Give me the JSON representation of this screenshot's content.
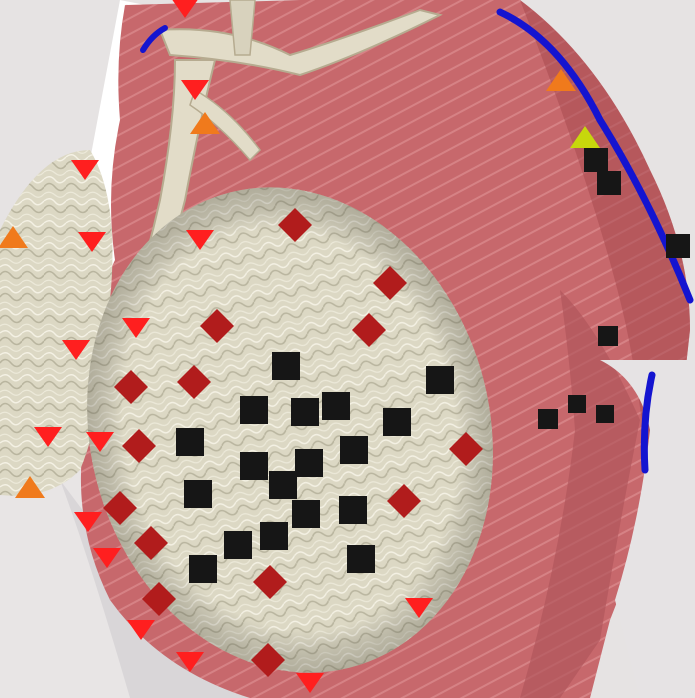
{
  "image": {
    "subject": "anatomical-chest-illustration",
    "colors": {
      "background": "#ffffff",
      "skin": "#e6e3e3",
      "muscle": "#c7686c",
      "muscle_shadow": "#9a3f45",
      "muscle_fiber": "#d98a8d",
      "bone": "#e2dcc8",
      "bone_shadow": "#b6ab90",
      "gland_tissue": "#dcd8c4",
      "gland_shadow": "#a8a48e",
      "vessel": "#1414d0",
      "marker_diamond": "#b11c1c",
      "marker_triangle_red": "#ff1f1f",
      "marker_triangle_orange": "#f07a1c",
      "marker_triangle_yellow": "#c7d70c",
      "marker_square": "#161616"
    },
    "marker_types": [
      "square",
      "diamond",
      "triangle-red",
      "triangle-orange",
      "triangle-yellow"
    ]
  }
}
